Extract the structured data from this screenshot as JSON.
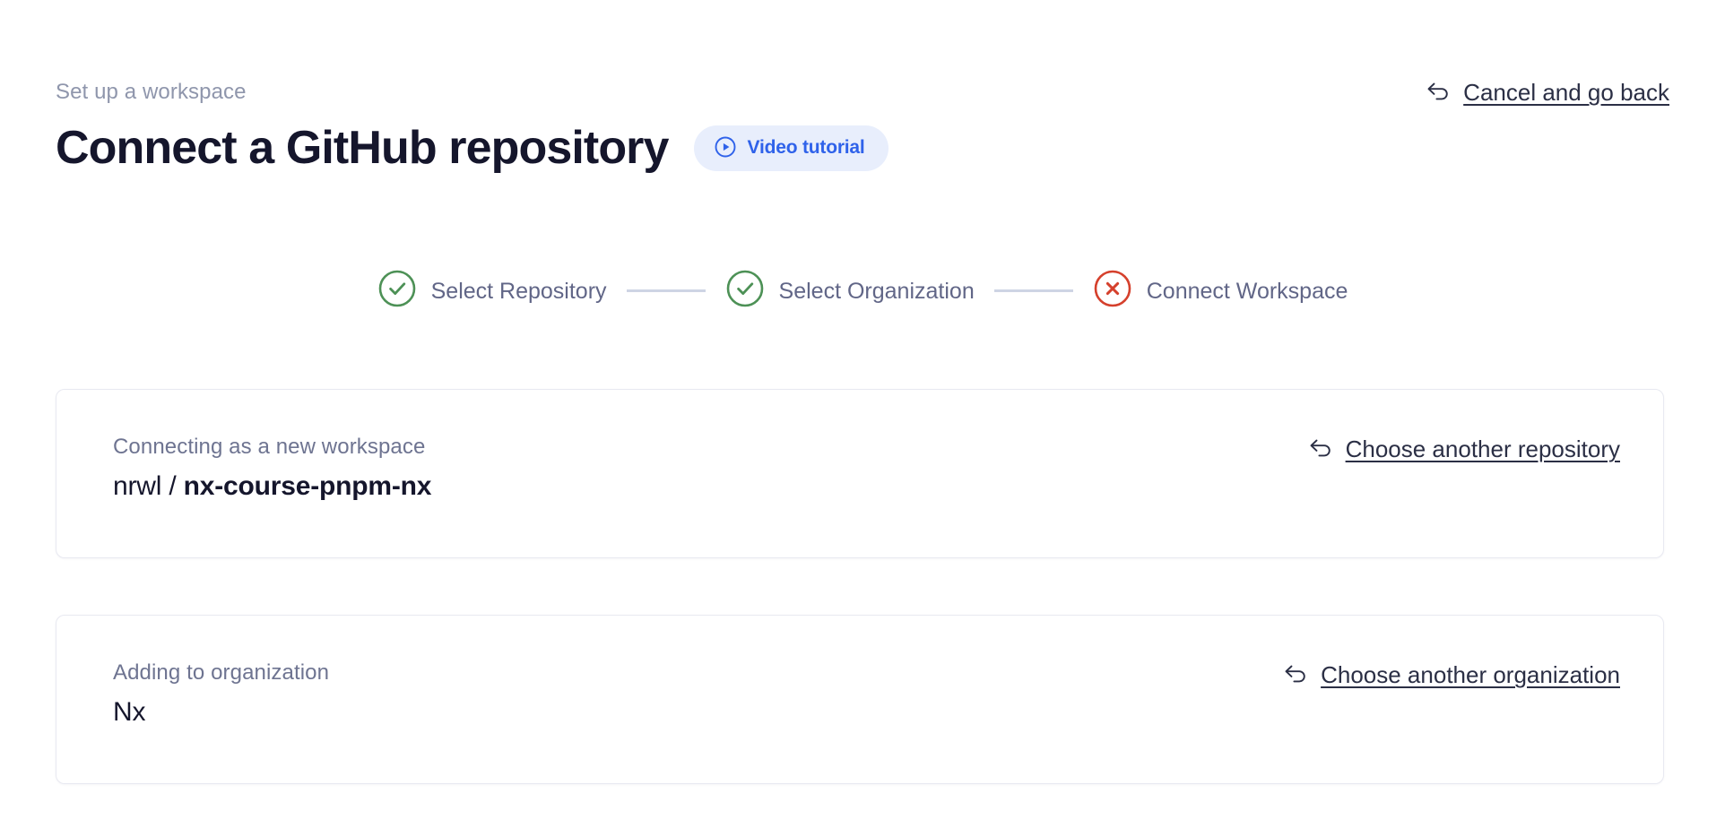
{
  "header": {
    "eyebrow": "Set up a workspace",
    "title": "Connect a GitHub repository",
    "video_badge": {
      "label": "Video tutorial",
      "icon": "play-circle-icon",
      "bg_color": "#e8eefc",
      "text_color": "#2f62ea"
    },
    "cancel": {
      "label": "Cancel and go back",
      "icon": "back-arrow-icon"
    }
  },
  "stepper": {
    "connector_color": "#ced4e4",
    "steps": [
      {
        "label": "Select Repository",
        "state": "complete",
        "icon": "check-circle-icon",
        "color": "#4d9156"
      },
      {
        "label": "Select Organization",
        "state": "complete",
        "icon": "check-circle-icon",
        "color": "#4d9156"
      },
      {
        "label": "Connect Workspace",
        "state": "error",
        "icon": "x-circle-icon",
        "color": "#d5402c"
      }
    ]
  },
  "cards": [
    {
      "id": "repository",
      "caption": "Connecting as a new workspace",
      "value_prefix": "nrwl / ",
      "value_strong": "nx-course-pnpm-nx",
      "action": {
        "label": "Choose another repository",
        "icon": "back-arrow-icon"
      }
    },
    {
      "id": "organization",
      "caption": "Adding to organization",
      "value_prefix": "Nx",
      "value_strong": "",
      "action": {
        "label": "Choose another organization",
        "icon": "back-arrow-icon"
      }
    }
  ]
}
